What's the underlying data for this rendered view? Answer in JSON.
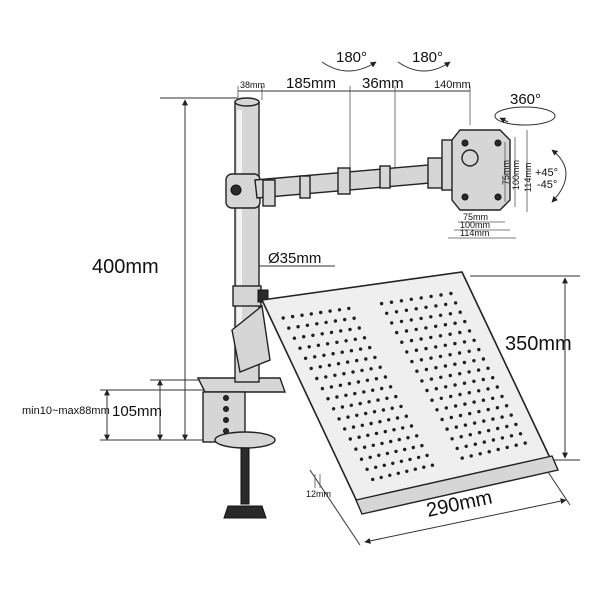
{
  "labels": {
    "height": "400mm",
    "pole_diameter": "Ø35mm",
    "clamp_range": "min10~max88mm",
    "clamp_height": "105mm",
    "tray_height": "350mm",
    "tray_width": "290mm",
    "lip": "12mm",
    "arm_seg1": "38mm",
    "arm_seg2": "185mm",
    "arm_seg3": "36mm",
    "arm_seg4": "140mm",
    "rot_tilt1": "180°",
    "rot_tilt2": "180°",
    "rot_360": "360°",
    "tilt_plus": "+45°",
    "tilt_minus": "-45°",
    "vesa_v75": "75mm",
    "vesa_v100": "100mm",
    "vesa_v114": "114mm",
    "vesa_h75": "75mm",
    "vesa_h100": "100mm",
    "vesa_h114": "114mm"
  },
  "colors": {
    "line": "#222222",
    "metal": "#d6d6d6",
    "dark": "#2a2a2a"
  }
}
